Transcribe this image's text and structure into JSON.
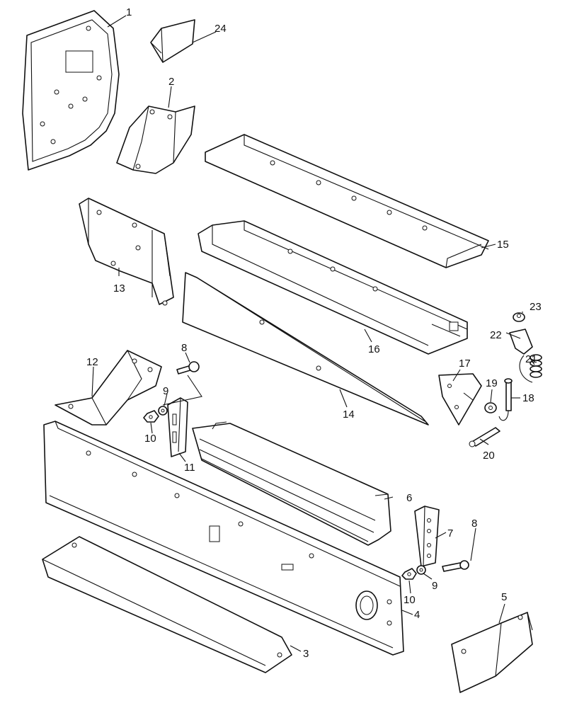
{
  "diagram": {
    "callouts": [
      "1",
      "2",
      "3",
      "4",
      "5",
      "6",
      "7",
      "8",
      "9",
      "10",
      "11",
      "12",
      "13",
      "14",
      "15",
      "16",
      "17",
      "18",
      "19",
      "20",
      "21",
      "22",
      "23",
      "24",
      "8",
      "9",
      "10"
    ]
  },
  "colors": {
    "line": "#111111",
    "background": "#ffffff"
  }
}
